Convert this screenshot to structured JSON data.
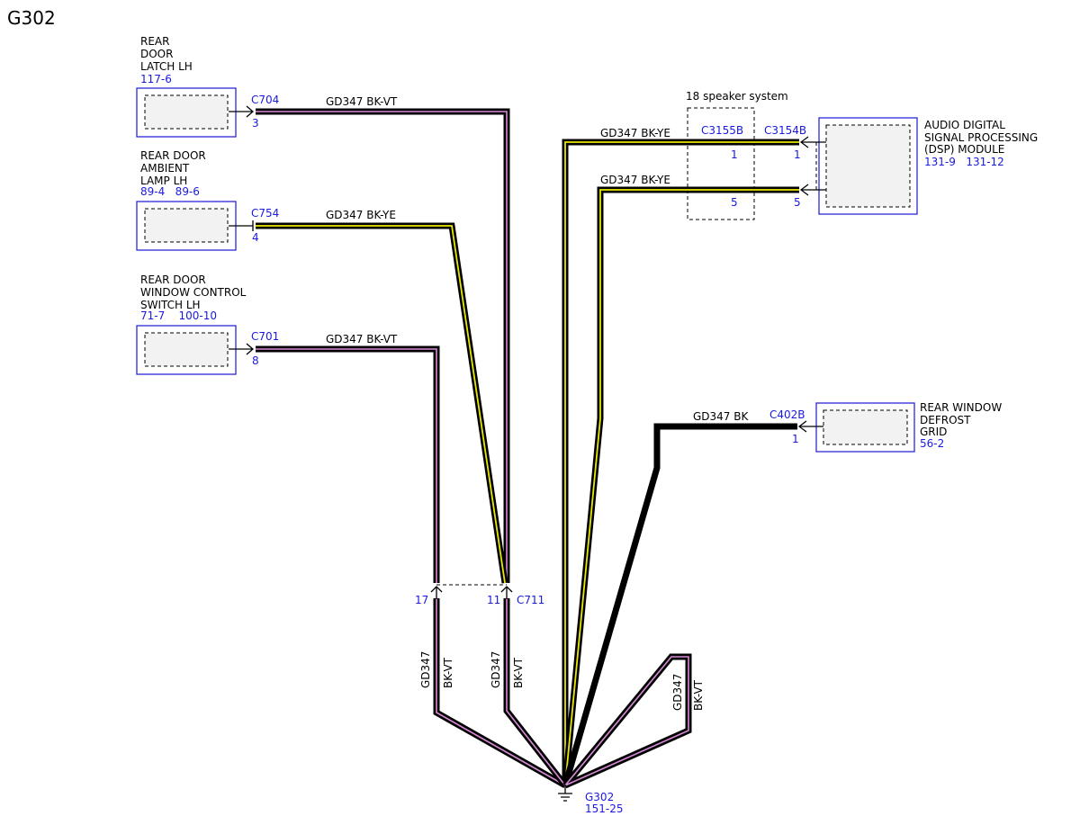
{
  "page_title": "G302",
  "wire_color_codes": {
    "BK-VT": "#d98ad9",
    "BK-YE": "#e8e800",
    "BK": "#000000",
    "box_outline": "#2a2ad8",
    "label_blue": "#1a1adf"
  },
  "components": {
    "latch": {
      "name": [
        "REAR",
        "DOOR",
        "LATCH LH"
      ],
      "refs": "117-6",
      "connector": "C704",
      "pin": "3",
      "wire": "GD347  BK-VT"
    },
    "lamp": {
      "name": [
        "REAR DOOR",
        "AMBIENT",
        "LAMP LH"
      ],
      "refs": "89-4   89-6",
      "connector": "C754",
      "pin": "4",
      "wire": "GD347  BK-YE"
    },
    "window": {
      "name": [
        "REAR DOOR",
        "WINDOW CONTROL",
        "SWITCH LH"
      ],
      "refs": "71-7    100-10",
      "connector": "C701",
      "pin": "8",
      "wire": "GD347  BK-VT"
    },
    "dsp": {
      "name": [
        "AUDIO DIGITAL",
        "SIGNAL PROCESSING",
        "(DSP) MODULE"
      ],
      "refs": "131-9   131-12",
      "connector": "C3154B",
      "pin1": "1",
      "pin5": "5",
      "wire1": "GD347  BK-YE",
      "wire5": "GD347  BK-YE"
    },
    "speaker_system": {
      "label": "18 speaker system",
      "connector": "C3155B",
      "pin1": "1",
      "pin5": "5"
    },
    "defrost": {
      "name": [
        "REAR WINDOW",
        "DEFROST",
        "GRID"
      ],
      "refs": "56-2",
      "connector": "C402B",
      "pin": "1",
      "wire": "GD347  BK"
    },
    "inline": {
      "connector": "C711",
      "pin_left": "17",
      "pin_right": "11"
    },
    "ground": {
      "name": "G302",
      "ref": "151-25"
    }
  },
  "vertical_wire_labels": {
    "circuit": "GD347",
    "color": "BK-VT"
  }
}
